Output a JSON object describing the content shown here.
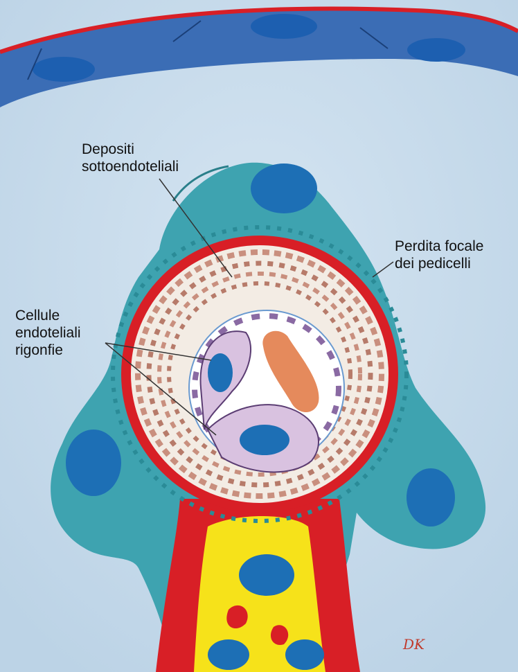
{
  "labels": {
    "subendothelial_deposits": "Depositi\nsottoendoteliali",
    "focal_foot_process_loss": "Perdita focale\ndei pedicelli",
    "swollen_endothelial_cells": "Cellule\nendoteliali\nrigonfie"
  },
  "signature": "DK",
  "colors": {
    "urinary_space": "#c8dcec",
    "podocyte": "#3fa9b5",
    "podocyte_nucleus": "#1d6fb5",
    "basement_membrane": "#d81f26",
    "mesangium": "#f6e21a",
    "deposits": "#b77b6a",
    "endothelial_cell": "#d9c2e0",
    "red_blood_cell": "#e58a5c"
  }
}
